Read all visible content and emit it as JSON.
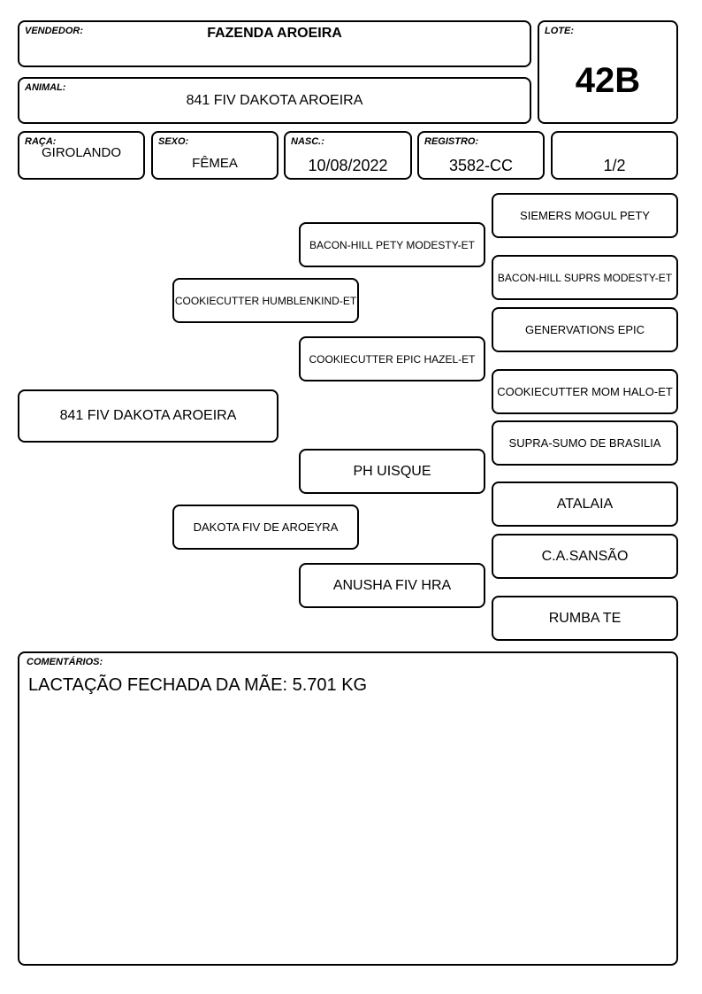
{
  "header": {
    "vendedor_label": "VENDEDOR:",
    "vendedor": "FAZENDA AROEIRA",
    "lote_label": "LOTE:",
    "lote": "42B",
    "animal_label": "ANIMAL:",
    "animal": "841 FIV DAKOTA AROEIRA"
  },
  "info": {
    "raca_label": "RAÇA:",
    "raca": "GIROLANDO",
    "sexo_label": "SEXO:",
    "sexo": "FÊMEA",
    "nasc_label": "NASC.:",
    "nasc": "10/08/2022",
    "registro_label": "REGISTRO:",
    "registro": "3582-CC",
    "extra": "1/2"
  },
  "pedigree": {
    "animal": "841 FIV DAKOTA AROEIRA",
    "sire": "COOKIECUTTER HUMBLENKIND-ET",
    "dam": "DAKOTA FIV DE AROEYRA",
    "sire_sire": "BACON-HILL PETY MODESTY-ET",
    "sire_dam": "COOKIECUTTER EPIC HAZEL-ET",
    "dam_sire": "PH UISQUE",
    "dam_dam": "ANUSHA FIV HRA",
    "ggp": [
      "SIEMERS MOGUL PETY",
      "BACON-HILL SUPRS MODESTY-ET",
      "GENERVATIONS EPIC",
      "COOKIECUTTER MOM HALO-ET",
      "SUPRA-SUMO DE BRASILIA",
      "ATALAIA",
      "C.A.SANSÃO",
      "RUMBA TE"
    ]
  },
  "comments": {
    "label": "COMENTÁRIOS:",
    "text": "LACTAÇÃO FECHADA DA MÃE: 5.701 KG"
  }
}
